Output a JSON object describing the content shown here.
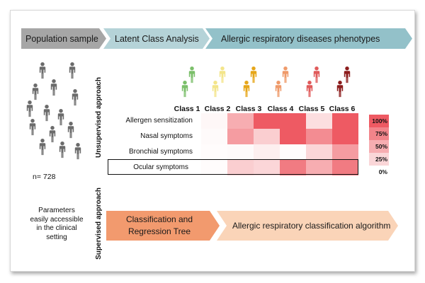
{
  "banner": {
    "population_sample": "Population sample",
    "latent_class_analysis": "Latent Class Analysis",
    "phenotypes": "Allergic respiratory diseases phenotypes"
  },
  "population": {
    "count_label": "n= 728",
    "icon_color": "#6b6b6b"
  },
  "approaches": {
    "unsupervised": "Unsupervised approach",
    "supervised": "Supervised approach"
  },
  "classes": [
    {
      "label": "Class 1",
      "color": "#7bbf6a"
    },
    {
      "label": "Class 2",
      "color": "#f3e58a"
    },
    {
      "label": "Class 3",
      "color": "#e6a619"
    },
    {
      "label": "Class 4",
      "color": "#ef9a6a"
    },
    {
      "label": "Class 5",
      "color": "#e05a5a"
    },
    {
      "label": "Class 6",
      "color": "#8c1c1c"
    }
  ],
  "heatmap": {
    "rows": [
      "Allergen sensitization",
      "Nasal symptoms",
      "Bronchial symptoms",
      "Ocular symptoms"
    ],
    "values": [
      [
        0.05,
        0.5,
        1.0,
        1.0,
        0.2,
        1.0
      ],
      [
        0.03,
        0.6,
        0.3,
        1.0,
        0.7,
        1.0
      ],
      [
        0.02,
        0.03,
        0.1,
        0.02,
        0.25,
        0.6
      ],
      [
        0.02,
        0.3,
        0.25,
        0.8,
        0.5,
        0.8
      ]
    ],
    "highlighted_row": "Ocular symptoms",
    "low_color": "#ffffff",
    "high_color": "#ee5a63"
  },
  "legend": [
    "100%",
    "75%",
    "50%",
    "25%",
    "0%"
  ],
  "params_text": [
    "Parameters",
    "easily accessible",
    "in the clinical",
    "setting"
  ],
  "bottom": {
    "cart_line1": "Classification and",
    "cart_line2": "Regression Tree",
    "algorithm": "Allergic respiratory classification algorithm"
  },
  "colors": {
    "banner_gray": "#a6a6a6",
    "banner_teal_light": "#b5d3d8",
    "banner_teal": "#93c1c9",
    "cart_orange": "#f29a6e",
    "algo_peach": "#fad4b8"
  }
}
